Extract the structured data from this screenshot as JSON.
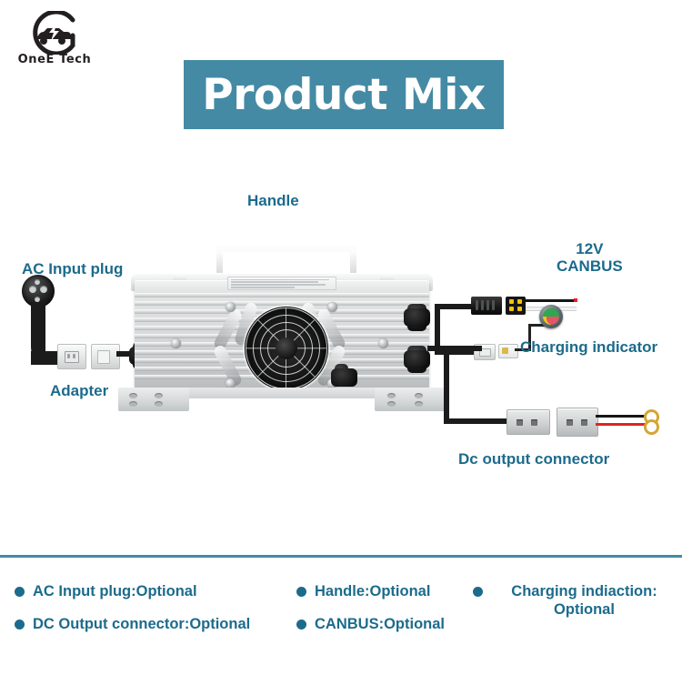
{
  "brand": {
    "name": "OneE Tech",
    "logo_icon": "car-charging-circle-icon"
  },
  "header": {
    "title": "Product Mix",
    "banner_color": "#448aa4"
  },
  "theme": {
    "accent": "#448aa4",
    "label_color": "#1c6b8c",
    "divider_color": "#448aa4",
    "background": "#ffffff"
  },
  "diagram": {
    "product": "on-board battery charger",
    "callouts": [
      {
        "id": "handle",
        "label": "Handle",
        "position": "top-center"
      },
      {
        "id": "ac-input-plug",
        "label": "AC Input plug",
        "position": "left-top"
      },
      {
        "id": "adapter",
        "label": "Adapter",
        "position": "left-bottom"
      },
      {
        "id": "canbus",
        "label": "12V\nCANBUS",
        "line1": "12V",
        "line2": "CANBUS",
        "position": "right-top"
      },
      {
        "id": "charging-indicator",
        "label": "Charging indicator",
        "position": "right-middle"
      },
      {
        "id": "dc-output-connector",
        "label": "Dc output connector",
        "position": "right-bottom"
      }
    ],
    "parts": {
      "ac_plug_type": "schuko-plug-icon",
      "adapter_connector": "white-inline-connector",
      "canbus_connector": "black-yellow-pin-connector",
      "indicator_type": "round-led-gauge",
      "indicator_colors": [
        "#2fa84f",
        "#f0c419",
        "#e2566a"
      ],
      "dc_connector_type": "anderson-connector",
      "dc_wire_colors": [
        "#151515",
        "#e02424"
      ],
      "dc_terminal": "brass-ring-terminal"
    }
  },
  "footer": {
    "columns": [
      {
        "items": [
          "AC Input plug:Optional",
          "DC Output connector:Optional"
        ]
      },
      {
        "items": [
          "Handle:Optional",
          "CANBUS:Optional"
        ]
      },
      {
        "items": [
          "Charging indiaction: Optional"
        ]
      }
    ]
  }
}
